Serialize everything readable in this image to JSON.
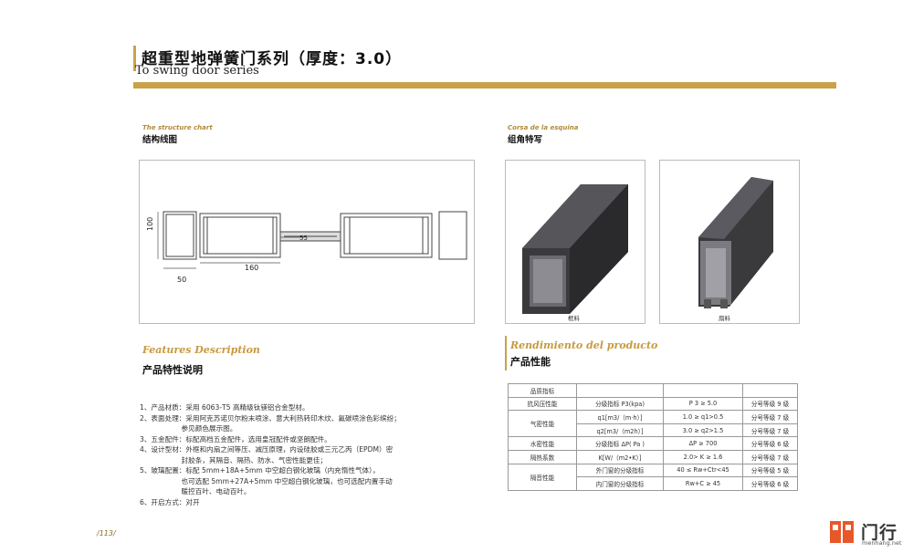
{
  "header": {
    "title_cn": "超重型地弹簧门系列（厚度：3.0）",
    "title_en": "To swing door series"
  },
  "structure": {
    "label_en": "The structure chart",
    "label_cn": "结构线图",
    "dim_height": "100",
    "dim_width": "160",
    "dim_frame": "50",
    "dim_gap": "55"
  },
  "corner": {
    "label_en": "Corsa de la esquina",
    "label_cn": "组角特写",
    "photo1_caption": "框料",
    "photo2_caption": "扇料"
  },
  "features": {
    "label_en": "Features Description",
    "label_cn": "产品特性说明",
    "lines": [
      "1、产品材质：采用 6063-T5 高精级钛镁铝合金型材。",
      "2、表面处理：采用阿克苏诺贝尔粉末喷涂、意大利热转印木纹、氟碳喷涂色彩缤纷；",
      "　　　　　　参见颜色展示图。",
      "3、五金配件：标配高档五金配件，选用皇冠配件或坚朗配件。",
      "4、设计型材：外框和内扇之间等压、减压原理，内设硅胶或三元乙丙（EPDM）密",
      "　　　　　　封胶条，其隔音、隔热、防水、气密性能更佳；",
      "5、玻璃配置：标配 5mm+18A+5mm 中空超白钢化玻璃（内充惰性气体），",
      "　　　　　　也可选配 5mm+27A+5mm 中空超白钢化玻璃，也可选配内置手动",
      "　　　　　　暖控百叶、电动百叶。",
      "6、开启方式：对开"
    ]
  },
  "performance": {
    "label_en": "Rendimiento del producto",
    "label_cn": "产品性能",
    "rows": [
      [
        "品质指标",
        "",
        "",
        ""
      ],
      [
        "抗风压性能",
        "分级指标 P3(kpa)",
        "P 3 ≥ 5.0",
        "分号等级 9 级"
      ],
      [
        "气密性能",
        "q1[m3/（m·h）]",
        "1.0 ≥ q1>0.5",
        "分号等级 7 级"
      ],
      [
        "",
        "q2[m3/（m2h）]",
        "3.0 ≥ q2>1.5",
        "分号等级 7 级"
      ],
      [
        "水密性能",
        "分级指标 ΔP( Pa )",
        "ΔP ≥ 700",
        "分号等级 6 级"
      ],
      [
        "隔热系数",
        "K[W/（m2•K）]",
        "2.0> K ≥ 1.6",
        "分号等级 7 级"
      ],
      [
        "隔音性能",
        "外门窗的分级指标",
        "40 ≤ Rw+Ctr<45",
        "分号等级 5 级"
      ],
      [
        "",
        "内门窗的分级指标",
        "Rw+C ≥ 45",
        "分号等级 6 级"
      ]
    ]
  },
  "footer": {
    "page_number": "/113/",
    "brand_name": "门行",
    "brand_url": "menhang.net"
  },
  "colors": {
    "accent": "#c9a24a",
    "profile_dark": "#3a3a3d"
  }
}
